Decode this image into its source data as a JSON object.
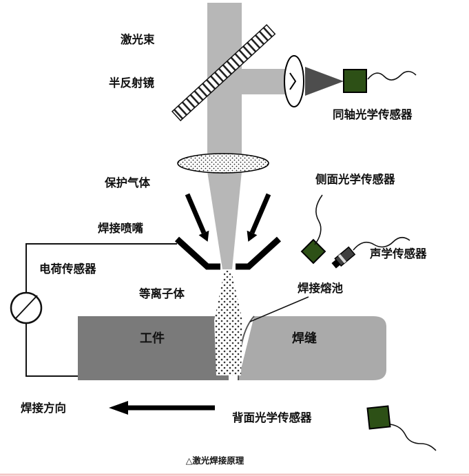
{
  "diagram": {
    "caption": "△激光焊接原理",
    "labels": {
      "laser_beam": "激光束",
      "half_mirror": "半反射镜",
      "coaxial_optical_sensor": "同轴光学传感器",
      "side_optical_sensor": "侧面光学传感器",
      "acoustic_sensor": "声学传感器",
      "shielding_gas": "保护气体",
      "welding_nozzle": "焊接喷嘴",
      "charge_sensor": "电荷传感器",
      "plasma": "等离子体",
      "weld_pool": "焊接熔池",
      "workpiece": "工件",
      "weld_seam": "焊缝",
      "welding_direction": "焊接方向",
      "back_optical_sensor": "背面光学传感器"
    },
    "colors": {
      "beam_gray": "#b7b7b7",
      "focused_beam_dark": "#4d4d4d",
      "workpiece_gray": "#7a7a7a",
      "seam_gray": "#aaaaaa",
      "sensor_green": "#2d5016",
      "caption_color": "#8a4a49",
      "border_pink": "#f3c6c6"
    }
  }
}
